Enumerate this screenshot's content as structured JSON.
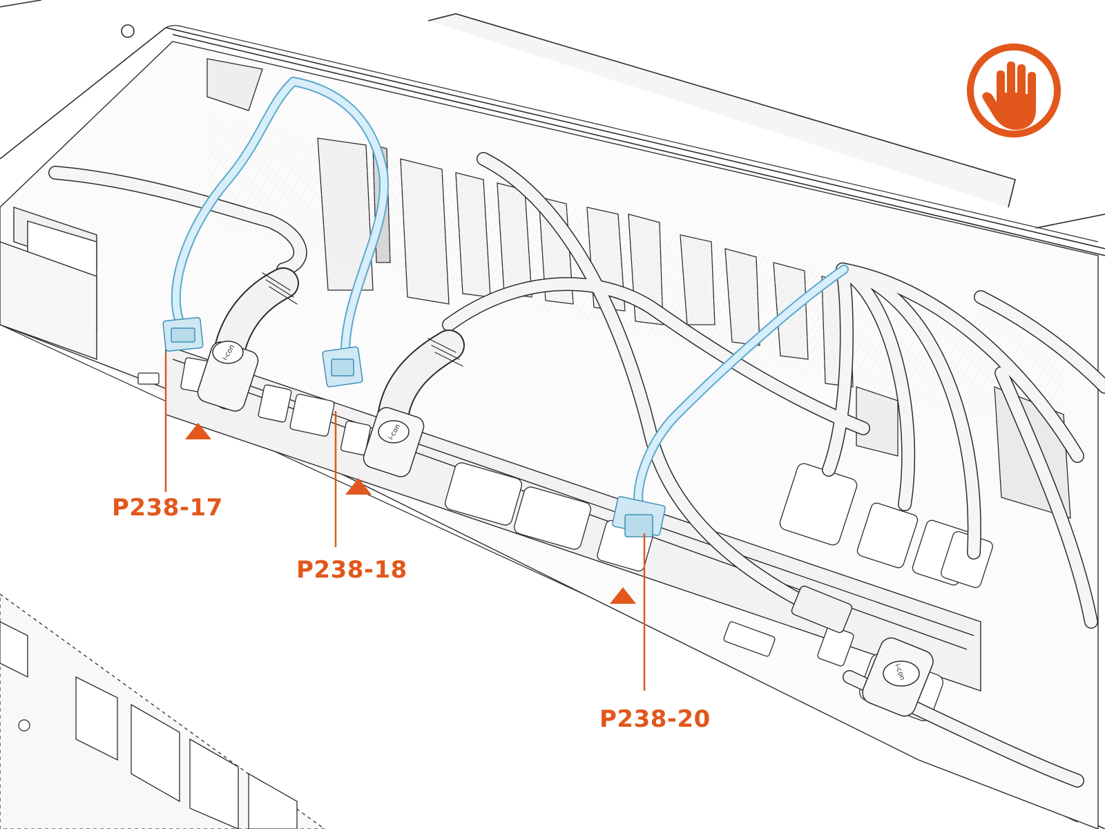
{
  "colors": {
    "accent": "#e2571b",
    "cable_blue_fill": "#cfe8f3",
    "cable_blue_stroke": "#5aa8cf",
    "line_art": "#2b2b2b",
    "light_fill": "#f7f7f7",
    "shaded_fill": "#e9e9e9"
  },
  "icons": {
    "hand": "hand-icon"
  },
  "callouts": [
    {
      "id": "p238-17",
      "label": "P238-17"
    },
    {
      "id": "p238-18",
      "label": "P238-18"
    },
    {
      "id": "p238-20",
      "label": "P238-20"
    }
  ],
  "connector_markings": [
    {
      "text": "i-con"
    },
    {
      "text": "i-con"
    },
    {
      "text": "i-con"
    }
  ]
}
